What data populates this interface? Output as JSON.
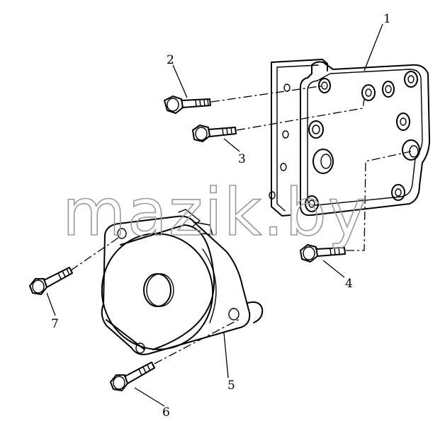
{
  "watermark": "mazik.by",
  "callouts": {
    "c1": "1",
    "c2": "2",
    "c3": "3",
    "c4": "4",
    "c5": "5",
    "c6": "6",
    "c7": "7"
  }
}
